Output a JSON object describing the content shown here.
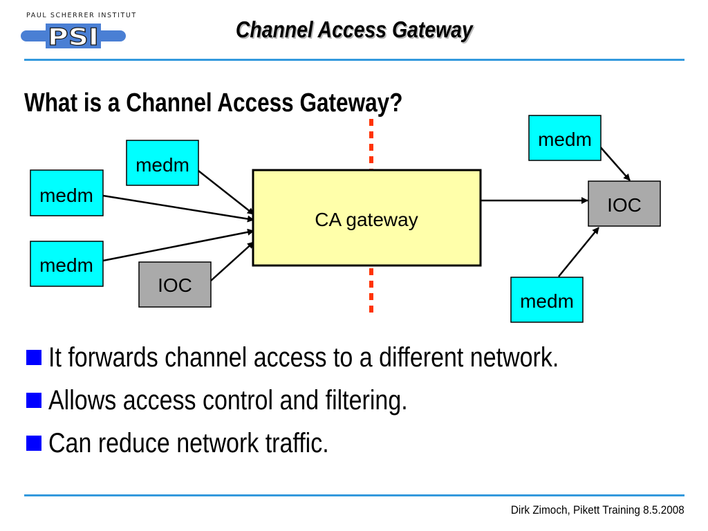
{
  "header": {
    "institute": "PAUL SCHERRER INSTITUT",
    "logo_letters": "PSI",
    "title": "Channel Access Gateway"
  },
  "heading": "What is a Channel Access Gateway?",
  "diagram": {
    "gateway_label": "CA gateway",
    "left_nodes": [
      {
        "label": "medm",
        "kind": "medm"
      },
      {
        "label": "medm",
        "kind": "medm"
      },
      {
        "label": "medm",
        "kind": "medm"
      },
      {
        "label": "IOC",
        "kind": "ioc"
      }
    ],
    "right_nodes": [
      {
        "label": "medm",
        "kind": "medm"
      },
      {
        "label": "IOC",
        "kind": "ioc"
      },
      {
        "label": "medm",
        "kind": "medm"
      }
    ],
    "colors": {
      "medm": "#00ffff",
      "ioc": "#aaaaaa",
      "gateway": "#ffffaa",
      "boundary": "#ff3300"
    }
  },
  "bullets": [
    "It forwards channel access to a different network.",
    "Allows access control and filtering.",
    "Can reduce network traffic."
  ],
  "footer": "Dirk Zimoch, Pikett Training 8.5.2008",
  "colors": {
    "accent_rule": "#3399dd",
    "bullet": "#0000ff",
    "logo": "#4a7fd4"
  }
}
